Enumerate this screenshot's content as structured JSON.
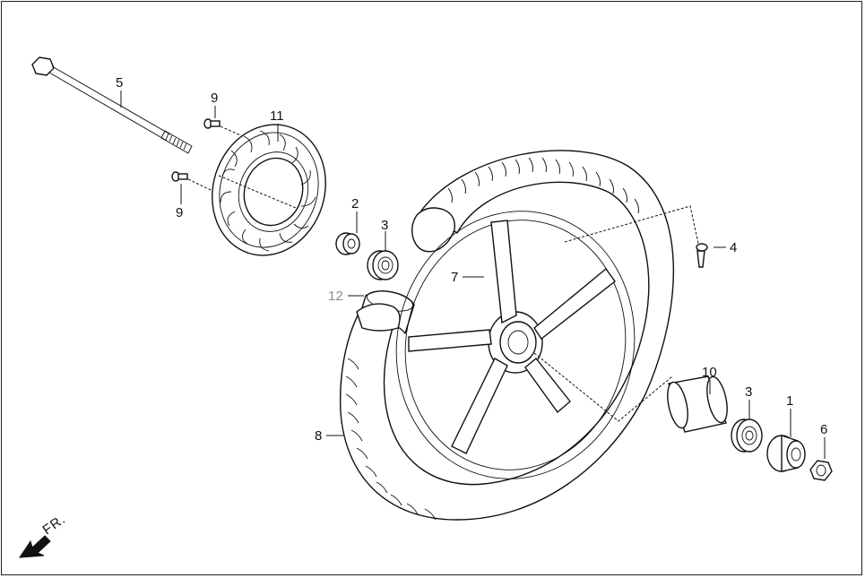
{
  "diagram": {
    "direction_label": "FR.",
    "callouts": {
      "axle": "5",
      "bolt_upper": "9",
      "bolt_lower": "9",
      "brake_disc": "11",
      "collar_left": "2",
      "bearing_left": "3",
      "dust_seal": "12",
      "wheel": "7",
      "tire": "8",
      "valve": "4",
      "spacer": "10",
      "bearing_right": "3",
      "side_collar": "1",
      "nut": "6"
    }
  }
}
